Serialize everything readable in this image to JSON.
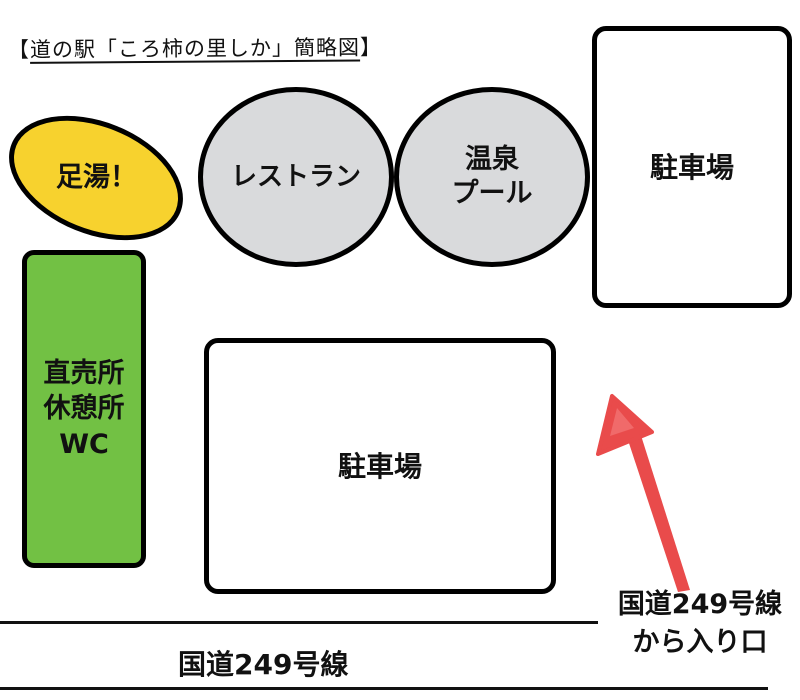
{
  "title": {
    "open_bracket": "【",
    "text": "道の駅「ころ柿の里しか」簡略図",
    "close_bracket": "】"
  },
  "areas": {
    "footbath": "足湯！",
    "restaurant": "レストラン",
    "onsen_pool": "温泉\nプール",
    "parking_top": "駐車場",
    "parking_main": "駐車場",
    "direct_sale": "直売所\n休憩所\nWC"
  },
  "road": {
    "label": "国道249号線"
  },
  "entrance": {
    "label": "国道249号線\nから入り口"
  },
  "colors": {
    "footbath_fill": "#f7d22e",
    "circle_fill": "#d9dadc",
    "direct_sale_fill": "#72c144",
    "arrow": "#e94b4b",
    "outline": "#000000"
  }
}
